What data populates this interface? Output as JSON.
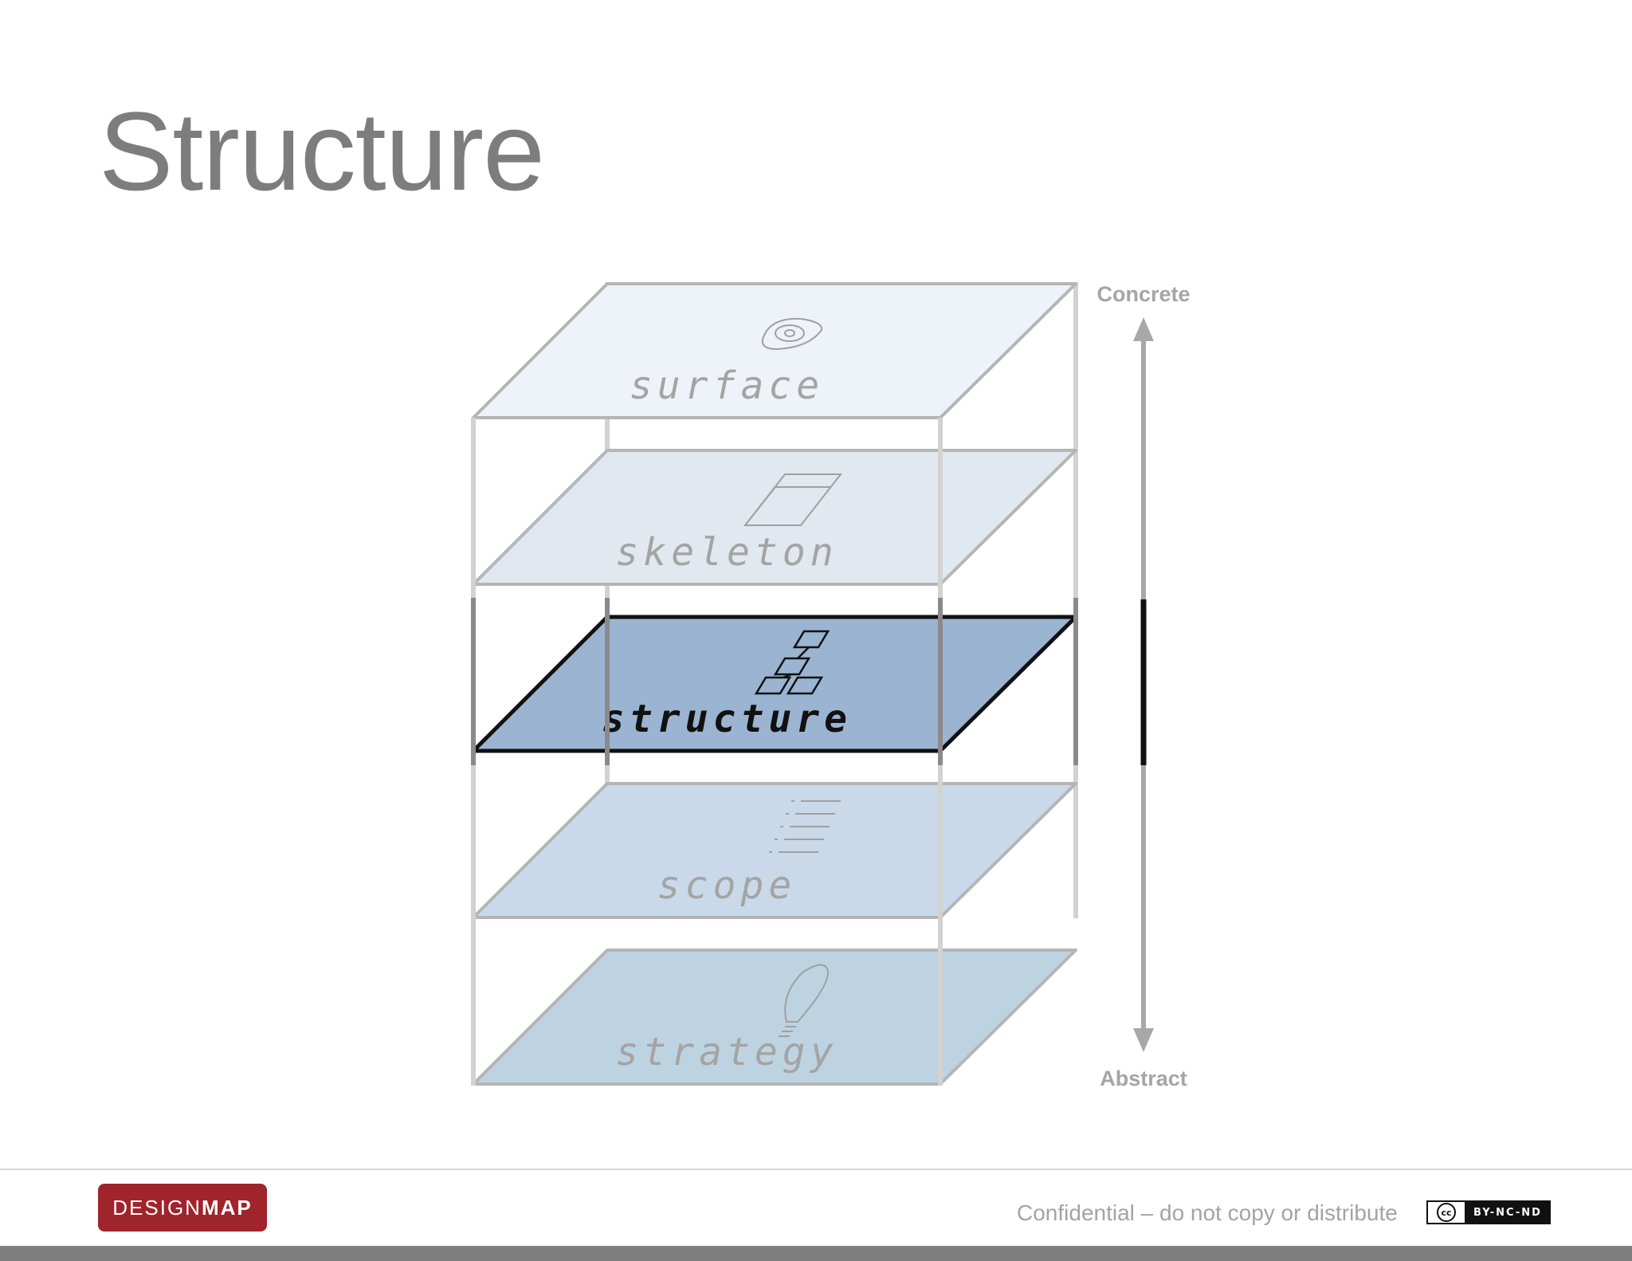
{
  "slide": {
    "title": "Structure"
  },
  "diagram": {
    "layers": [
      {
        "label": "surface",
        "icon": "eye-icon",
        "fill": "#eef3f9",
        "text_color": "#a4a4a4",
        "highlighted": false
      },
      {
        "label": "skeleton",
        "icon": "wireframe-icon",
        "fill": "#e1e8f0",
        "text_color": "#a4a4a4",
        "highlighted": false
      },
      {
        "label": "structure",
        "icon": "flowchart-icon",
        "fill": "#9bb4d1",
        "text_color": "#111111",
        "highlighted": true
      },
      {
        "label": "scope",
        "icon": "list-icon",
        "fill": "#c9d9ea",
        "text_color": "#a4a4a4",
        "highlighted": false
      },
      {
        "label": "strategy",
        "icon": "lightbulb-icon",
        "fill": "#bed3e2",
        "text_color": "#a4a4a4",
        "highlighted": false
      }
    ],
    "axis": {
      "top_label": "Concrete",
      "bottom_label": "Abstract"
    }
  },
  "footer": {
    "logo_part1": "DESIGN",
    "logo_part2": "MAP",
    "confidential": "Confidential – do not copy or distribute",
    "cc_mark": "cc",
    "cc_terms": "BY-NC-ND",
    "logo_color": "#a0242b"
  }
}
